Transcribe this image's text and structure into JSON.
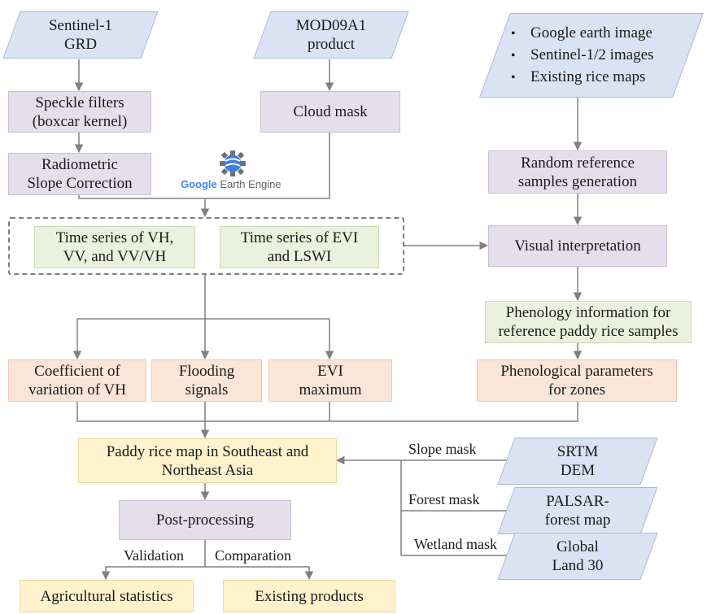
{
  "inputs": {
    "sentinel1": [
      "Sentinel-1",
      "GRD"
    ],
    "modis": [
      "MOD09A1",
      "product"
    ],
    "references": [
      "Google earth image",
      "Sentinel-1/2 images",
      "Existing rice maps"
    ],
    "srtm": [
      "SRTM",
      "DEM"
    ],
    "palsar": [
      "PALSAR-",
      "forest map"
    ],
    "globalland": [
      "Global",
      "Land 30"
    ]
  },
  "processes": {
    "speckle": [
      "Speckle filters",
      "(boxcar kernel)"
    ],
    "radiometric": [
      "Radiometric",
      "Slope Correction"
    ],
    "cloud_mask": [
      "Cloud mask"
    ],
    "random_samples": [
      "Random reference",
      "samples generation"
    ],
    "visual": [
      "Visual interpretation"
    ],
    "postprocessing": [
      "Post-processing"
    ]
  },
  "timeseries": {
    "sar": [
      "Time series of VH,",
      "VV, and VV/VH"
    ],
    "optical": [
      "Time series of EVI",
      "and LSWI"
    ],
    "phenology_info": [
      "Phenology information for",
      "reference paddy rice samples"
    ]
  },
  "indicators": {
    "cv": [
      "Coefficient of",
      "variation of VH"
    ],
    "flooding": [
      "Flooding",
      "signals"
    ],
    "evi": [
      "EVI",
      "maximum"
    ],
    "phenoparams": [
      "Phenological parameters",
      "for zones"
    ]
  },
  "outputs": {
    "paddy_map": [
      "Paddy rice map in Southeast and",
      "Northeast Asia"
    ],
    "agri_stats": [
      "Agricultural statistics"
    ],
    "existing_products": [
      "Existing products"
    ]
  },
  "edge_labels": {
    "slope_mask": "Slope mask",
    "forest_mask": "Forest mask",
    "wetland_mask": "Wetland mask",
    "validation": "Validation",
    "comparation": "Comparation"
  },
  "gee_logo": {
    "brand": "Google",
    "product": " Earth Engine"
  },
  "colors": {
    "input": "#dae3f3",
    "process": "#e5dfec",
    "timeseries": "#ebf1de",
    "indicator": "#fbe5d6",
    "output": "#fff2cc",
    "arrow": "#808080"
  }
}
